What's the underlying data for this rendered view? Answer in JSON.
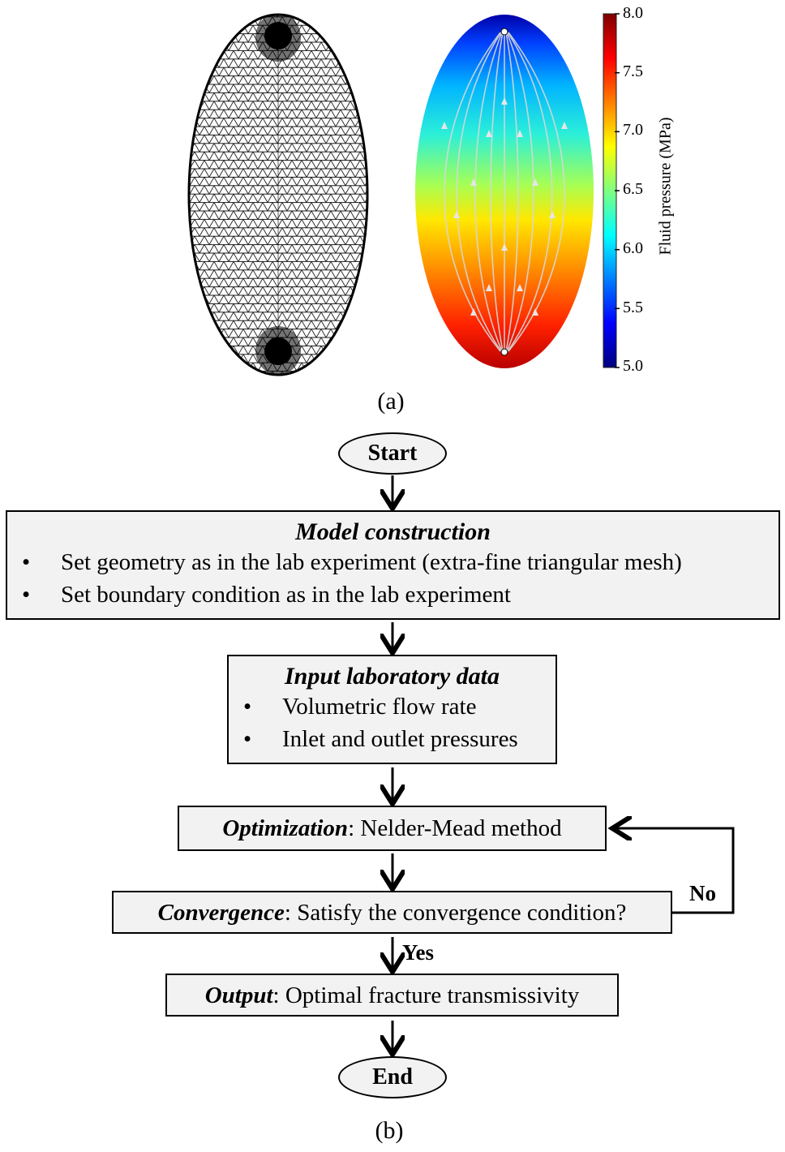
{
  "panel_a": {
    "caption": "(a)",
    "colorbar": {
      "title": "Fluid pressure (MPa)",
      "ticks": [
        "8.0",
        "7.5",
        "7.0",
        "6.5",
        "6.0",
        "5.5",
        "5.0"
      ],
      "min": 5.0,
      "max": 8.0,
      "colormap": [
        "#00007f",
        "#0000ff",
        "#007fff",
        "#00ffff",
        "#7fff7f",
        "#ffff00",
        "#ff7f00",
        "#ff0000",
        "#7f0000"
      ]
    }
  },
  "panel_b": {
    "caption": "(b)",
    "start": "Start",
    "end": "End",
    "model": {
      "heading": "Model construction",
      "bullets": [
        "Set geometry as in the lab experiment (extra-fine triangular mesh)",
        "Set boundary condition as in the lab experiment"
      ]
    },
    "input": {
      "heading": "Input laboratory data",
      "bullets": [
        "Volumetric flow rate",
        "Inlet and outlet pressures"
      ]
    },
    "optimization": {
      "keyword": "Optimization",
      "text": ": Nelder-Mead method"
    },
    "convergence": {
      "keyword": "Convergence",
      "text": ": Satisfy the convergence condition?"
    },
    "output": {
      "keyword": "Output",
      "text": ": Optimal fracture transmissivity"
    },
    "yes_label": "Yes",
    "no_label": "No",
    "bullet_symbol": "•"
  }
}
